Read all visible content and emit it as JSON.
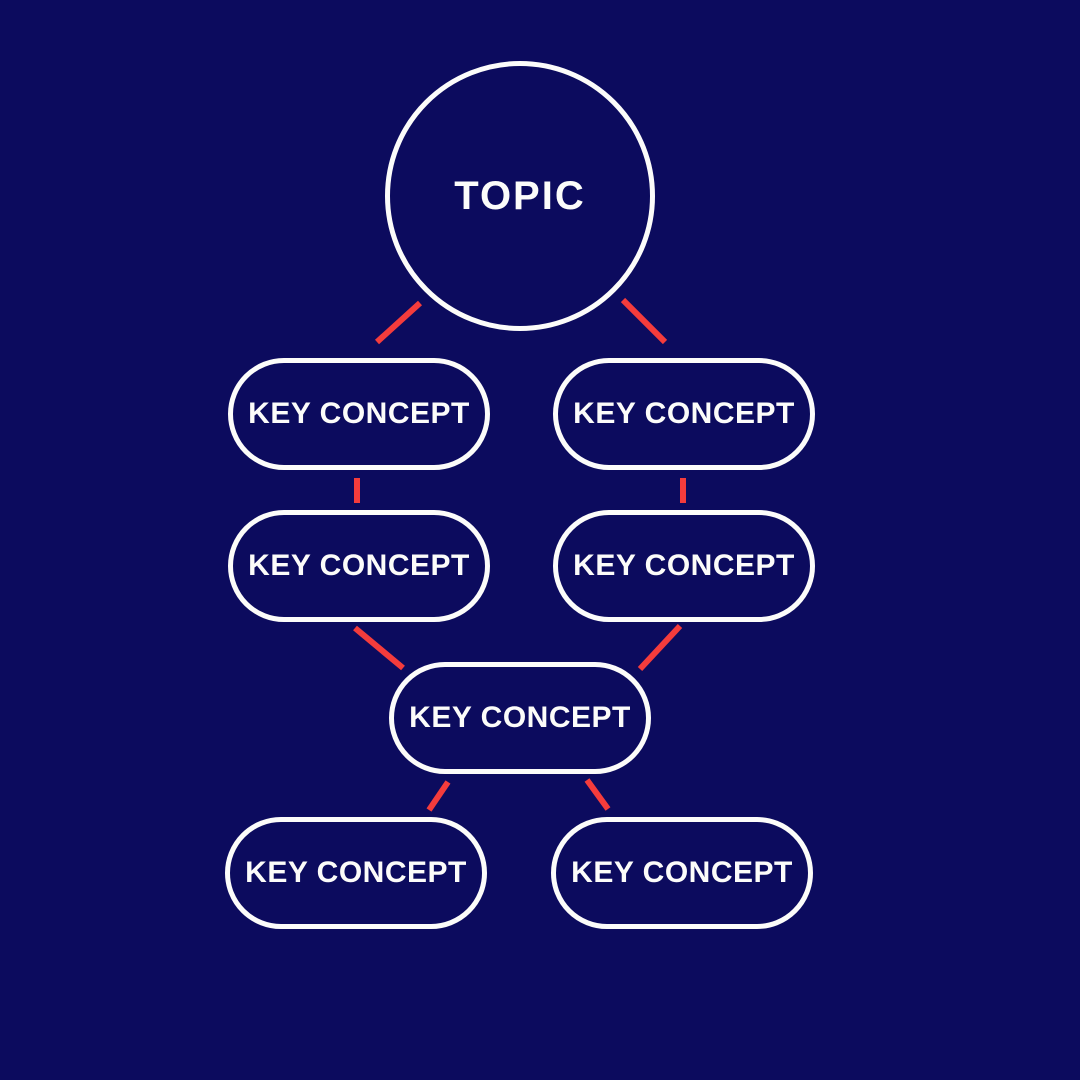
{
  "theme": {
    "background": "#0c0b5e",
    "node_fill": "#0c0b5e",
    "node_stroke": "#fcfcfa",
    "connector_color": "#f43c3c",
    "text_color": "#fcfcfa"
  },
  "diagram": {
    "topic": {
      "label": "TOPIC"
    },
    "concepts": [
      {
        "id": "concept-top-left",
        "label": "KEY CONCEPT"
      },
      {
        "id": "concept-top-right",
        "label": "KEY CONCEPT"
      },
      {
        "id": "concept-mid-left",
        "label": "KEY CONCEPT"
      },
      {
        "id": "concept-mid-right",
        "label": "KEY CONCEPT"
      },
      {
        "id": "concept-center",
        "label": "KEY CONCEPT"
      },
      {
        "id": "concept-bottom-left",
        "label": "KEY CONCEPT"
      },
      {
        "id": "concept-bottom-right",
        "label": "KEY CONCEPT"
      }
    ]
  }
}
